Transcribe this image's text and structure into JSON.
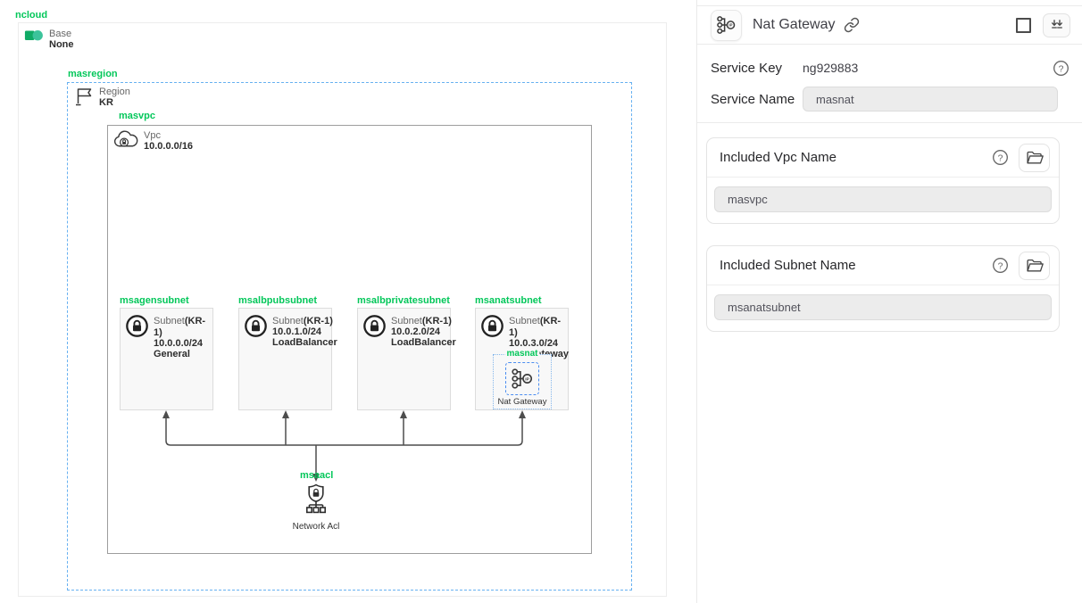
{
  "colors": {
    "brand_green": "#03c75a",
    "region_dash_blue": "#67b1f1",
    "nat_dash_blue": "#4b8df0",
    "connector_gray": "#4d4d4d",
    "input_bg": "#ececec"
  },
  "icons": [
    "base-icon",
    "region-flag-icon",
    "vpc-cloud-lock-icon",
    "subnet-lock-icon",
    "nat-gateway-icon",
    "network-acl-icon",
    "link-icon",
    "square-icon",
    "collapse-all-icon",
    "help-circle-icon",
    "folder-open-icon"
  ],
  "diagram": {
    "root_label": "ncloud",
    "base": {
      "label": "Base",
      "value": "None"
    },
    "region": {
      "group_label": "masregion",
      "label": "Region",
      "value": "KR"
    },
    "vpc": {
      "group_label": "masvpc",
      "label": "Vpc",
      "value": "10.0.0.0/16"
    },
    "subnets": [
      {
        "group_label": "msagensubnet",
        "label": "Subnet",
        "zone": "(KR-1)",
        "cidr": "10.0.0.0/24",
        "purpose": "General"
      },
      {
        "group_label": "msalbpubsubnet",
        "label": "Subnet",
        "zone": "(KR-1)",
        "cidr": "10.0.1.0/24",
        "purpose": "LoadBalancer"
      },
      {
        "group_label": "msalbprivatesubnet",
        "label": "Subnet",
        "zone": "(KR-1)",
        "cidr": "10.0.2.0/24",
        "purpose": "LoadBalancer"
      },
      {
        "group_label": "msanatsubnet",
        "label": "Subnet",
        "zone": "(KR-1)",
        "cidr": "10.0.3.0/24",
        "purpose": "NATGateway"
      }
    ],
    "nat": {
      "group_label": "masnat",
      "label": "Nat Gateway"
    },
    "acl": {
      "group_label": "msaacl",
      "label": "Network Acl"
    }
  },
  "panel": {
    "title": "Nat Gateway",
    "service_key": {
      "label": "Service Key",
      "value": "ng929883"
    },
    "service_name": {
      "label": "Service Name",
      "value": "masnat"
    },
    "cards": [
      {
        "title": "Included Vpc Name",
        "value": "masvpc"
      },
      {
        "title": "Included Subnet Name",
        "value": "msanatsubnet"
      }
    ]
  }
}
